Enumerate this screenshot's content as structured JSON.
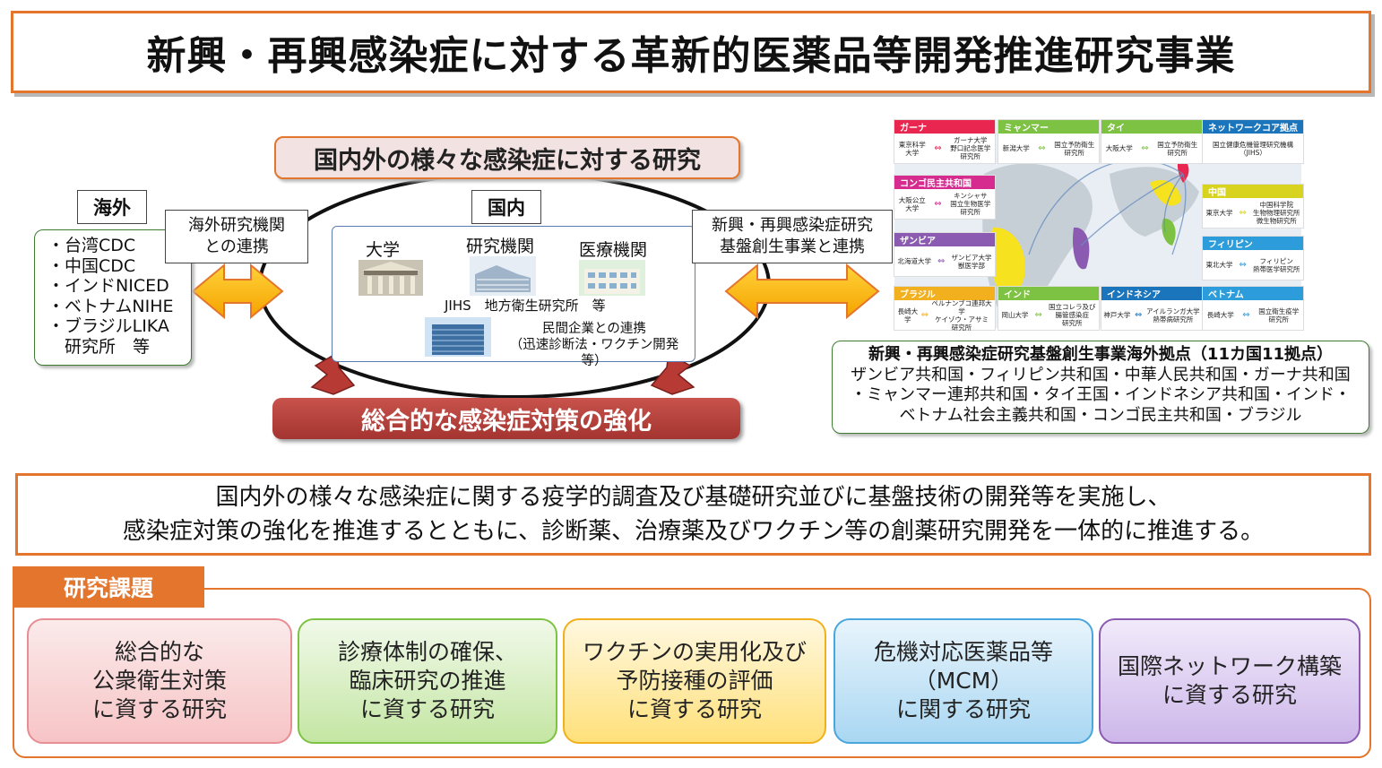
{
  "title": "新興・再興感染症に対する革新的医薬品等開発推進研究事業",
  "research_banner": "国内外の様々な感染症に対する研究",
  "overseas": {
    "label": "海外",
    "items": [
      "・台湾CDC",
      "・中国CDC",
      "・インドNICED",
      "・ベトナムNIHE",
      "・ブラジルLIKA",
      "　研究所　等"
    ],
    "link_line1": "海外研究機関",
    "link_line2": "との連携"
  },
  "domestic": {
    "label": "国内",
    "university": "大学",
    "institute": "研究機関",
    "medical": "医療機関",
    "jihs": "JIHS　地方衛生研究所　等",
    "private_line1": "民間企業との連携",
    "private_line2": "（迅速診断法・ワクチン開発等）"
  },
  "partner": {
    "line1": "新興・再興感染症研究",
    "line2": "基盤創生事業と連携"
  },
  "outcome": "総合的な感染症対策の強化",
  "map": {
    "countries": [
      {
        "name": "ガーナ",
        "color": "#e8264f",
        "left": "東京科学\n大学",
        "right": "ガーナ大学\n野口記念医学\n研究所"
      },
      {
        "name": "ミャンマー",
        "color": "#7dc242",
        "left": "新潟大学",
        "right": "国立予防衛生\n研究所"
      },
      {
        "name": "タイ",
        "color": "#7dc242",
        "left": "大阪大学",
        "right": "国立予防衛生\n研究所"
      },
      {
        "name": "ネットワークコア拠点",
        "color": "#1b75bc",
        "left": "",
        "right": "国立健康危機管理研究機構\n（JIHS）"
      },
      {
        "name": "コンゴ民主共和国",
        "color": "#d62b8f",
        "left": "大阪公立\n大学",
        "right": "キンシャサ\n国立生物医学\n研究所"
      },
      {
        "name": "中国",
        "color": "#d7d31e",
        "left": "東京大学",
        "right": "中国科学院\n生物物理研究所\n微生物研究所"
      },
      {
        "name": "ザンビア",
        "color": "#8a5bb0",
        "left": "北海道大学",
        "right": "ザンビア大学\n獣医学部"
      },
      {
        "name": "フィリピン",
        "color": "#2d9cdb",
        "left": "東北大学",
        "right": "フィリピン\n熱帯医学研究所"
      },
      {
        "name": "ブラジル",
        "color": "#f2b01e",
        "left": "長崎大学",
        "right": "ペルナンブコ連邦大学\nケイゾウ・アサミ\n研究所"
      },
      {
        "name": "インド",
        "color": "#7dc242",
        "left": "岡山大学",
        "right": "国立コレラ及び\n腸管感染症\n研究所"
      },
      {
        "name": "インドネシア",
        "color": "#1b75bc",
        "left": "神戸大学",
        "right": "アイルランガ大学\n熱帯病研究所"
      },
      {
        "name": "ベトナム",
        "color": "#2d9cdb",
        "left": "長崎大学",
        "right": "国立衛生疫学\n研究所"
      }
    ]
  },
  "base": {
    "heading": "新興・再興感染症研究基盤創生事業海外拠点（11カ国11拠点）",
    "line1": "ザンビア共和国・フィリピン共和国・中華人民共和国・ガーナ共和国",
    "line2": "・ミャンマー連邦共和国・タイ王国・インドネシア共和国・インド・",
    "line3": "ベトナム社会主義共和国・コンゴ民主共和国・ブラジル"
  },
  "mission": {
    "line1": "国内外の様々な感染症に関する疫学的調査及び基礎研究並びに基盤技術の開発等を実施し、",
    "line2": "感染症対策の強化を推進するとともに、診断薬、治療薬及びワクチン等の創薬研究開発を一体的に推進する。"
  },
  "themes": {
    "label": "研究課題",
    "items": [
      {
        "lines": [
          "総合的な",
          "公衆衛生対策",
          "に資する研究"
        ]
      },
      {
        "lines": [
          "診療体制の確保、",
          "臨床研究の推進",
          "に資する研究"
        ]
      },
      {
        "lines": [
          "ワクチンの実用化及び",
          "予防接種の評価",
          "に資する研究"
        ]
      },
      {
        "lines": [
          "危機対応医薬品等",
          "（MCM）",
          "に関する研究"
        ]
      },
      {
        "lines": [
          "国際ネットワーク構築",
          "に資する研究"
        ]
      }
    ]
  }
}
